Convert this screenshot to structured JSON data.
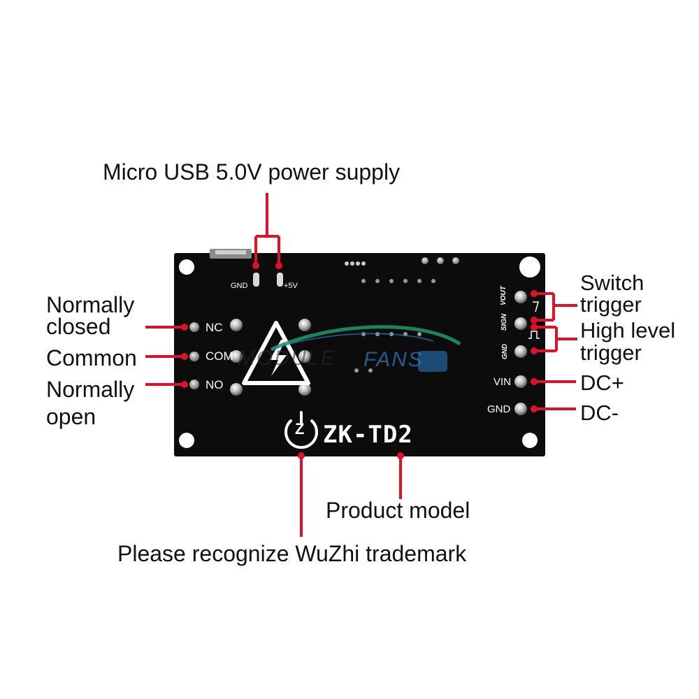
{
  "annotations": {
    "usb_power": "Micro USB 5.0V power supply",
    "normally_closed": [
      "Normally",
      "closed"
    ],
    "common": "Common",
    "normally_open": [
      "Normally",
      "open"
    ],
    "switch_trigger": [
      "Switch",
      "trigger"
    ],
    "high_level_trigger": [
      "High level",
      "trigger"
    ],
    "dc_plus": "DC+",
    "dc_minus": "DC-",
    "product_model": "Product model",
    "trademark": "Please recognize WuZhi trademark"
  },
  "board": {
    "model": "ZK-TD2",
    "logo_letter": "Z",
    "pin_labels": {
      "gnd_usb": "GND",
      "plus5v": "+5V",
      "nc": "NC",
      "com": "COM",
      "no": "NO",
      "vout": "VOUT",
      "sign": "SIGN",
      "gnd_trig": "GND",
      "vin": "VIN",
      "gnd_dc": "GND"
    }
  },
  "watermark": {
    "word_left": "MODULE",
    "word_right": "FANS"
  },
  "colors": {
    "pcb": "#0c0c0c",
    "callout": "#e0102a",
    "pcb_text": "#ffffff",
    "watermark_green": "#1e9a6a",
    "watermark_blue": "#2c7fc4"
  }
}
